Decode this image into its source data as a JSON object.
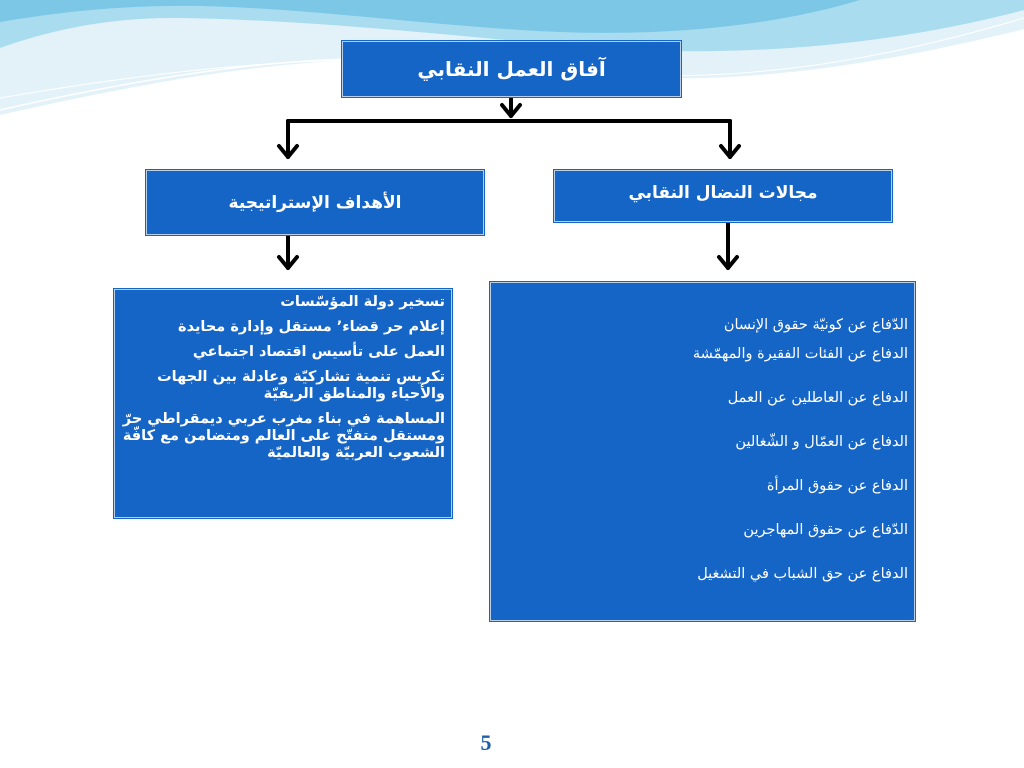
{
  "title": "آفاق العمل النقابي",
  "left_heading": "الأهداف الإستراتيجية",
  "right_heading": "مجالات النضال النقابي",
  "left_items": [
    "تسخير دولة المؤسّسات",
    "إعلام حر قضاء’ مستقل وإدارة محايدة",
    "العمل على تأسيس اقتصاد اجتماعي",
    "تكريس تنمية تشاركيّة وعادلة بين الجهات والأحياء والمناطق الريفيّة",
    "المساهمة في بناء مغرب عربي ديمقراطي حرّ ومستقل متفتّح على العالم ومتضامن مع كافّة الشعوب العربيّة والعالميّة"
  ],
  "right_items": [
    "الدّفاع عن كونيّة حقوق الإنسان",
    "الدفاع عن الفئات الفقيرة والمهمّشة",
    "الدفاع عن العاطلين عن العمل",
    "الدفاع عن العمّال و الشّغالين",
    "الدفاع عن حقوق المرأة",
    "الدّفاع عن حقوق المهاجرين",
    "الدفاع عن حق الشباب في التشغيل"
  ],
  "page_number": "5",
  "colors": {
    "box_fill": "#1565c6",
    "text_on_box": "#ffffff",
    "connector": "#000000",
    "page_number": "#1e5fa8",
    "wave_light": "#d8eef7",
    "wave_mid": "#8fd0ea"
  }
}
